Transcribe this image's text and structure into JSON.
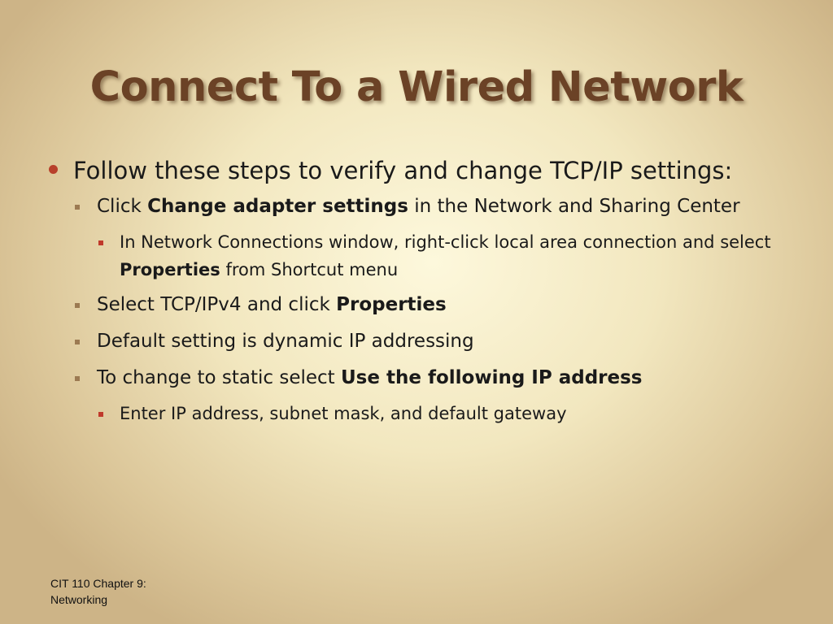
{
  "slide": {
    "title": "Connect To a Wired Network",
    "bullets": {
      "b1": {
        "text": "Follow these steps to verify and change TCP/IP settings:"
      },
      "b1_1": {
        "before": "Click ",
        "bold": "Change adapter settings",
        "after": " in the Network and Sharing Center"
      },
      "b1_1_1": {
        "before": "In Network Connections window, right-click local area connection and select ",
        "bold": "Properties",
        "after": " from Shortcut menu"
      },
      "b1_2": {
        "before": "Select TCP/IPv4 and click ",
        "bold": "Properties"
      },
      "b1_3": {
        "text": "Default setting is dynamic IP addressing"
      },
      "b1_4": {
        "before": "To change to static select ",
        "bold": "Use the following IP address"
      },
      "b1_4_1": {
        "text": "Enter IP address, subnet mask, and default gateway"
      }
    },
    "footer": {
      "line1": "CIT 110 Chapter 9:",
      "line2": "Networking"
    }
  },
  "colors": {
    "title": "#6b4226",
    "bullet_level1": "#b8402b",
    "bullet_level2": "#9c7a52",
    "bullet_level3": "#c0392b"
  }
}
